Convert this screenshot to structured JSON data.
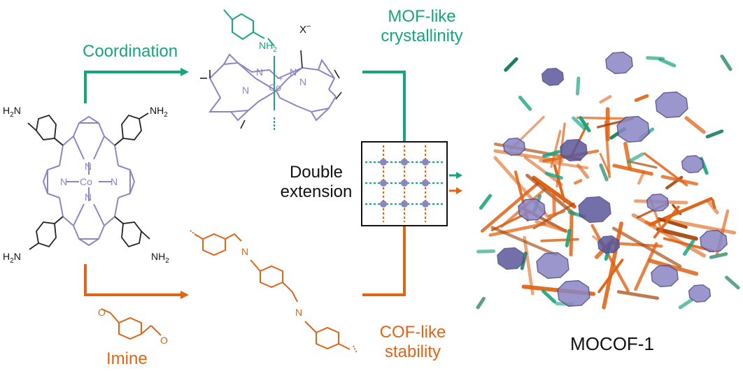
{
  "labels": {
    "coordination": "Coordination",
    "mof_like_line1": "MOF-like",
    "mof_like_line2": "crystallinity",
    "double_line1": "Double",
    "double_line2": "extension",
    "cof_like_line1": "COF-like",
    "cof_like_line2": "stability",
    "imine": "Imine",
    "product": "MOCOF-1"
  },
  "chem_text": {
    "n": "N",
    "co": "Co",
    "nh2": "NH",
    "nh2_sub": "2",
    "h2n_sub": "2",
    "h2n": "N",
    "h": "H",
    "x_minus": "X",
    "minus": "−",
    "plus": "+",
    "o": "O"
  },
  "colors": {
    "green": "#17a57e",
    "orange": "#e06416",
    "purple": "#8a86c4",
    "dark": "#111111"
  }
}
